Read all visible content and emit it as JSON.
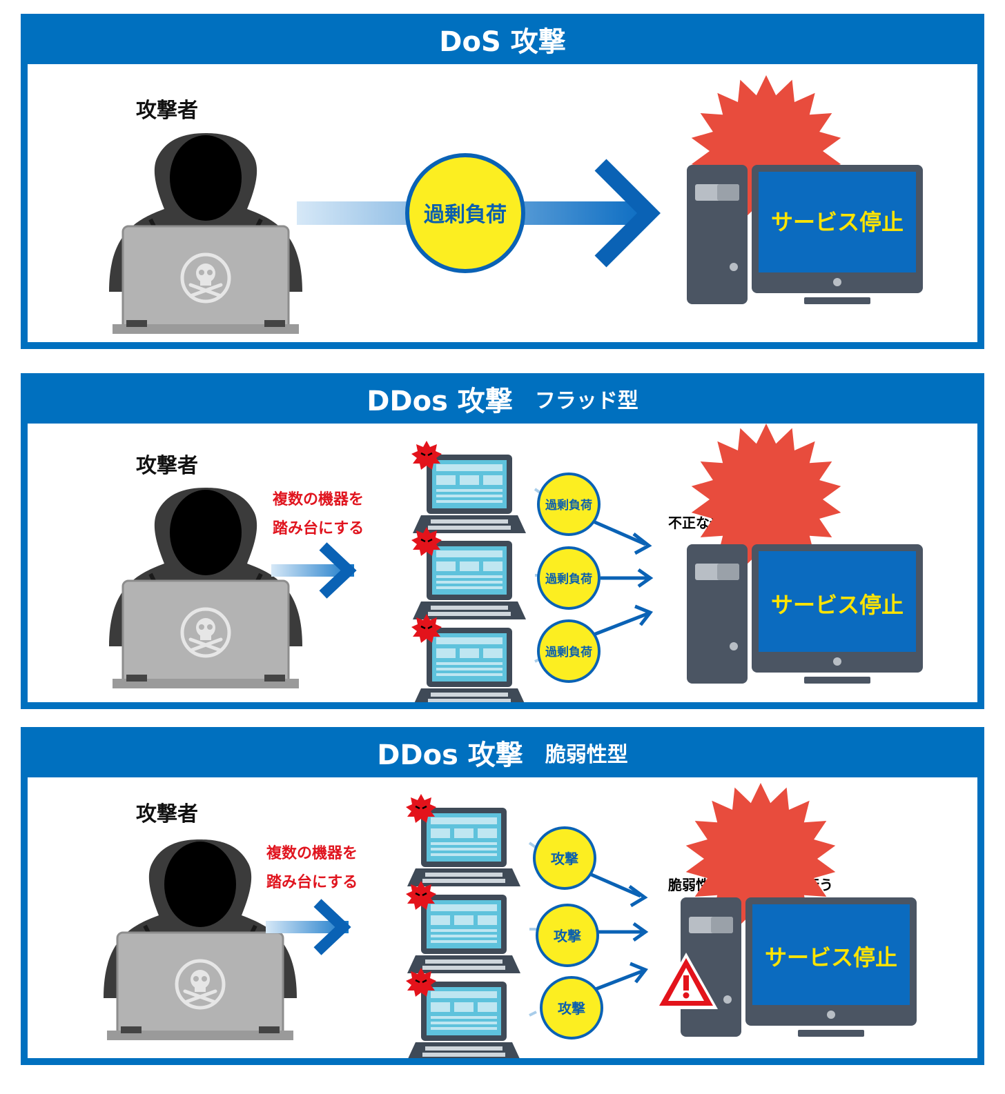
{
  "panels": [
    {
      "title": "DoS 攻撃",
      "subtitle": "",
      "attacker_label": "攻撃者",
      "load_label": "過剰負荷",
      "screen_label": "サービス停止"
    },
    {
      "title": "DDos 攻撃",
      "subtitle": "フラッド型",
      "attacker_label": "攻撃者",
      "relay_label_line1": "複数の機器を",
      "relay_label_line2": "踏み台にする",
      "bubble_labels": [
        "過剰負荷",
        "過剰負荷",
        "過剰負荷"
      ],
      "note": "不正な通信を大量に行う",
      "screen_label": "サービス停止"
    },
    {
      "title": "DDos 攻撃",
      "subtitle": "脆弱性型",
      "attacker_label": "攻撃者",
      "relay_label_line1": "複数の機器を",
      "relay_label_line2": "踏み台にする",
      "bubble_labels": [
        "攻撃",
        "攻撃",
        "攻撃"
      ],
      "note": "脆弱性を狙って攻撃を行う",
      "screen_label": "サービス停止"
    }
  ],
  "colors": {
    "frame_blue": "#0070bf",
    "burst_red": "#e84c3d",
    "bubble_yellow": "#fcee21",
    "screen_blue": "#0b6bbf",
    "screen_text": "#ffe400",
    "relay_text_red": "#e0141e"
  },
  "icons": [
    "hooded-attacker-icon",
    "skull-crossbones-icon",
    "desktop-computer-icon",
    "laptop-icon",
    "virus-icon",
    "warning-triangle-icon",
    "arrow-right-icon",
    "burst-icon"
  ]
}
